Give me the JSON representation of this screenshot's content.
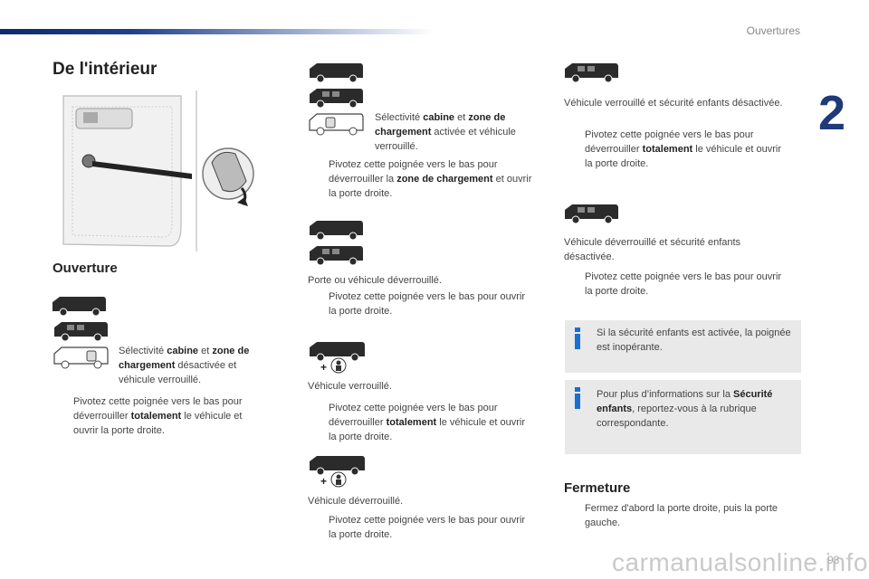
{
  "header": {
    "section": "Ouvertures",
    "chapter": "2"
  },
  "title": "De l'intérieur",
  "ouverture": {
    "heading": "Ouverture",
    "selectivity_prefix": "Sélectivité ",
    "cabine": "cabine",
    "et": " et ",
    "zone": "zone de chargement",
    "suffix": " désactivée et véhicule verrouillé.",
    "bullet_a": "Pivotez cette poignée vers le bas pour déverrouiller ",
    "bullet_b": "totalement",
    "bullet_c": " le véhicule et ouvrir la porte droite."
  },
  "col2": {
    "sel_prefix": "Sélectivité ",
    "cabine": "cabine",
    "et": " et ",
    "zone": "zone de chargement",
    "sel_suffix": " activée et véhicule verrouillé.",
    "b1_a": "Pivotez cette poignée vers le bas pour déverrouiller la ",
    "b1_b": "zone de chargement",
    "b1_c": " et ouvrir la porte droite.",
    "porte_status": "Porte ou véhicule déverrouillé.",
    "b2": "Pivotez cette poignée vers le bas pour ouvrir la porte droite.",
    "locked_status": "Véhicule verrouillé.",
    "b3_a": "Pivotez cette poignée vers le bas pour déverrouiller ",
    "b3_b": "totalement",
    "b3_c": " le véhicule et ouvrir la porte droite.",
    "unlocked_status": "Véhicule déverrouillé.",
    "b4": "Pivotez cette poignée vers le bas pour ouvrir la porte droite."
  },
  "col3": {
    "status1": "Véhicule verrouillé et sécurité enfants désactivée.",
    "b1_a": "Pivotez cette poignée vers le bas pour déverrouiller ",
    "b1_b": "totalement",
    "b1_c": " le véhicule et ouvrir la porte droite.",
    "status2": "Véhicule déverrouillé et sécurité enfants désactivée.",
    "b2": "Pivotez cette poignée vers le bas pour ouvrir la porte droite.",
    "info1": "Si la sécurité enfants est activée, la poignée est inopérante.",
    "info2_a": "Pour plus d’informations sur la ",
    "info2_b": "Sécurité enfants",
    "info2_c": ", reportez-vous à la rubrique correspondante.",
    "fermeture_heading": "Fermeture",
    "b3": "Fermez d'abord la porte droite, puis la porte gauche."
  },
  "bullet_marker": "",
  "footer": {
    "watermark": "carmanualsonline.info",
    "page": "93"
  },
  "colors": {
    "brand": "#1f3a7a",
    "info_icon": "#1a6fd1",
    "info_bg": "#e9e9e9"
  }
}
